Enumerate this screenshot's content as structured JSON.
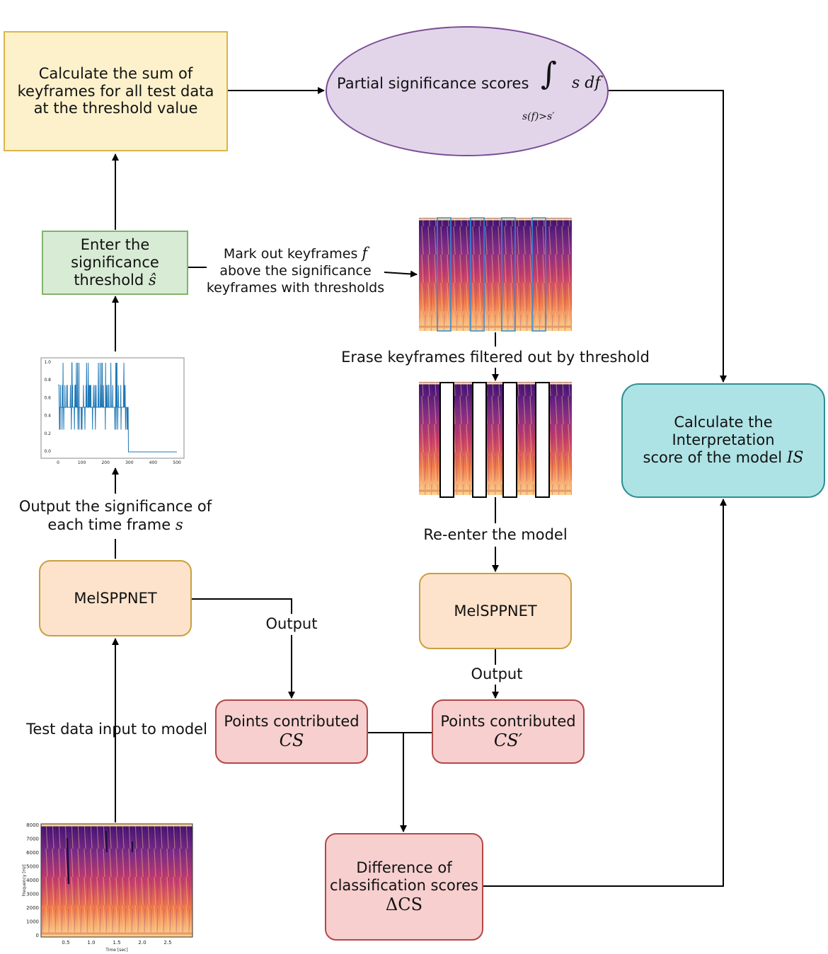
{
  "boxes": {
    "sum_keyframes": {
      "text": "Calculate the sum of keyframes for all test data at the threshold value"
    },
    "partial_scores": {
      "text": "Partial significance scores",
      "integral_lower": "s(f)>s′",
      "integrand": "s df"
    },
    "enter_threshold": {
      "line1": "Enter the",
      "line2": "significance",
      "line3": "threshold",
      "sym": "ŝ"
    },
    "melsppnet_left": {
      "text": "MelSPPNET"
    },
    "melsppnet_right": {
      "text": "MelSPPNET"
    },
    "points_cs": {
      "text": "Points contributed",
      "sym": "CS"
    },
    "points_cs_prime": {
      "text": "Points contributed",
      "sym": "CS′"
    },
    "difference": {
      "line1": "Difference of",
      "line2": "classification scores",
      "sym": "ΔCS"
    },
    "interpretation": {
      "line1": "Calculate the Interpretation",
      "line2": "score of the model",
      "sym": "IS"
    }
  },
  "labels": {
    "mark_out_1": "Mark out keyframes",
    "mark_out_sym": "f",
    "mark_out_2": "above the significance",
    "mark_out_3": "keyframes with thresholds",
    "erase": "Erase keyframes filtered out by threshold",
    "reenter": "Re-enter the model",
    "output_left": "Output",
    "output_right": "Output",
    "output_significance_1": "Output the significance of",
    "output_significance_2": "each time frame",
    "output_significance_sym": "s",
    "test_data": "Test data input to model"
  },
  "significance_plot": {
    "y_ticks": [
      "1.0",
      "0.8",
      "0.6",
      "0.4",
      "0.2",
      "0.0"
    ],
    "x_ticks": [
      "0",
      "100",
      "200",
      "300",
      "400",
      "500"
    ]
  },
  "spectrogram_plot": {
    "y_ticks": [
      "8000",
      "7000",
      "6000",
      "5000",
      "4000",
      "3000",
      "2000",
      "1000",
      "0"
    ],
    "x_ticks": [
      "0.5",
      "1.0",
      "1.5",
      "2.0",
      "2.5"
    ],
    "ylabel": "Frequency [Hz]",
    "xlabel": "Time [sec]"
  },
  "colors": {
    "yellow": "#fdf1cc",
    "green": "#d8ecd5",
    "orange": "#fde3cb",
    "red": "#f7cfcf",
    "teal": "#aee3e6",
    "purple": "#e2d5ea",
    "line_blue": "#1f77b4"
  }
}
